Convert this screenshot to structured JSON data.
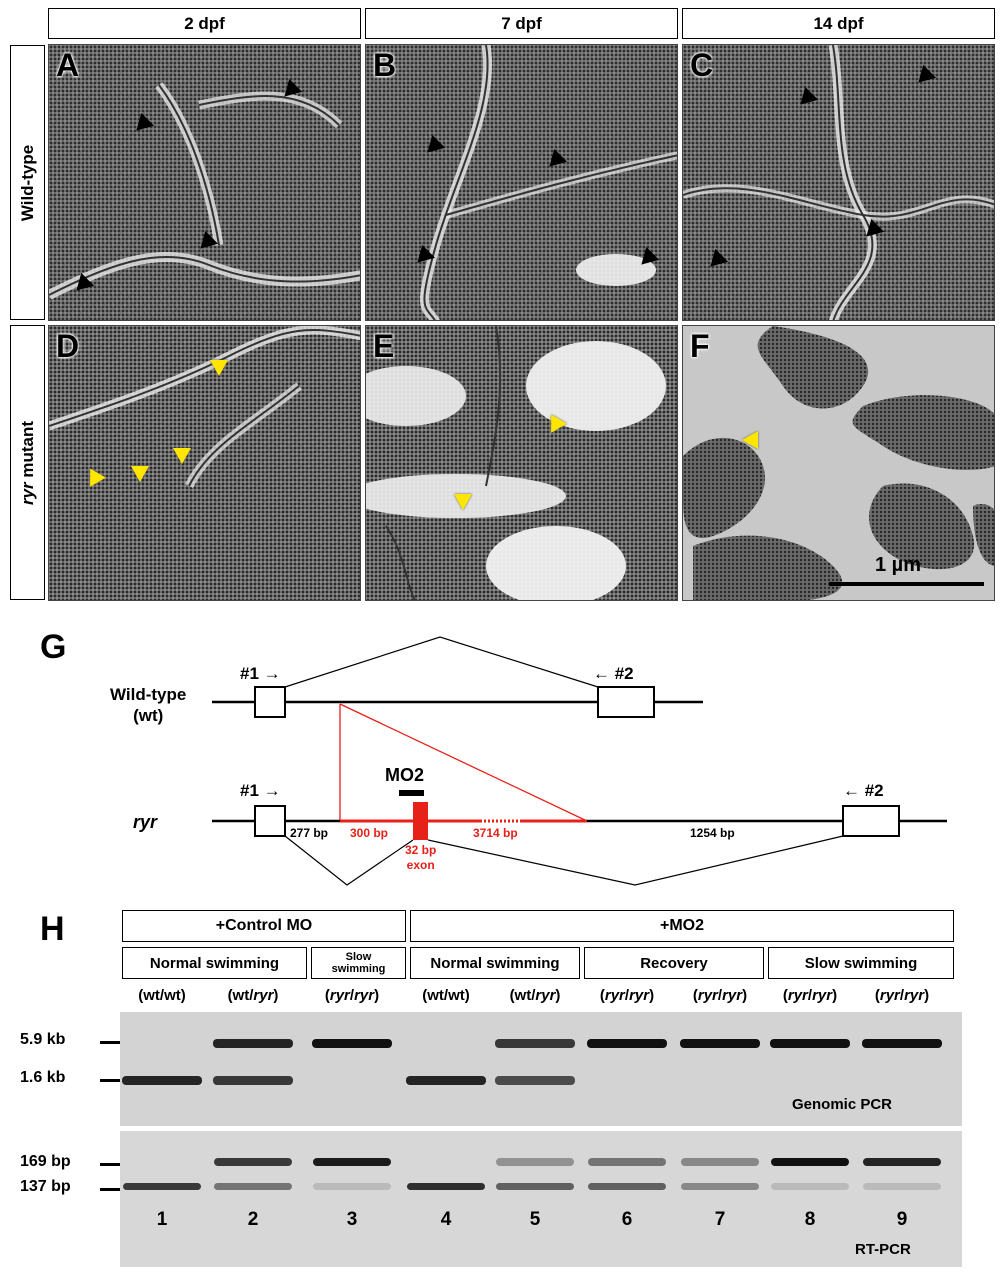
{
  "panel_grid": {
    "columns": [
      "2 dpf",
      "7 dpf",
      "14 dpf"
    ],
    "rows": [
      "Wild-type",
      "ryr mutant"
    ],
    "panels": [
      "A",
      "B",
      "C",
      "D",
      "E",
      "F"
    ],
    "scale_bar": "1 µm"
  },
  "diagram_g": {
    "label": "G",
    "wt_label_line1": "Wild-type",
    "wt_label_line2": "(wt)",
    "ryr_label": "ryr",
    "primer1": "#1 →",
    "primer2": "← #2",
    "mo2": "MO2",
    "seg_277": "277 bp",
    "seg_300": "300 bp",
    "seg_3714": "3714 bp",
    "seg_1254": "1254 bp",
    "exon_line1": "32 bp",
    "exon_line2": "exon",
    "colors": {
      "red": "#e8201a"
    }
  },
  "gel_h": {
    "label": "H",
    "group_control": "+Control MO",
    "group_mo2": "+MO2",
    "sub_normal1": "Normal swimming",
    "sub_slow1_line1": "Slow",
    "sub_slow1_line2": "swimming",
    "sub_normal2": "Normal swimming",
    "sub_recovery": "Recovery",
    "sub_slow2": "Slow swimming",
    "genotypes": [
      "(wt/wt)",
      "(wt/ryr)",
      "(ryr/ryr)",
      "(wt/wt)",
      "(wt/ryr)",
      "(ryr/ryr)",
      "(ryr/ryr)",
      "(ryr/ryr)",
      "(ryr/ryr)"
    ],
    "marker_5_9": "5.9 kb",
    "marker_1_6": "1.6 kb",
    "marker_169": "169 bp",
    "marker_137": "137 bp",
    "genomic_label": "Genomic PCR",
    "rt_label": "RT-PCR",
    "lanes": [
      "1",
      "2",
      "3",
      "4",
      "5",
      "6",
      "7",
      "8",
      "9"
    ],
    "genomic_bands": {
      "kb5_9": [
        0,
        0.9,
        1.0,
        0,
        0.8,
        1.0,
        1.0,
        1.0,
        1.0
      ],
      "kb1_6": [
        0.9,
        0.8,
        0,
        0.9,
        0.7,
        0,
        0,
        0,
        0
      ]
    },
    "rt_bands": {
      "bp169": [
        0,
        0.8,
        0.95,
        0,
        0.35,
        0.5,
        0.4,
        1.0,
        0.9
      ],
      "bp137": [
        0.8,
        0.5,
        0.15,
        0.85,
        0.6,
        0.6,
        0.4,
        0.15,
        0.15
      ]
    }
  }
}
